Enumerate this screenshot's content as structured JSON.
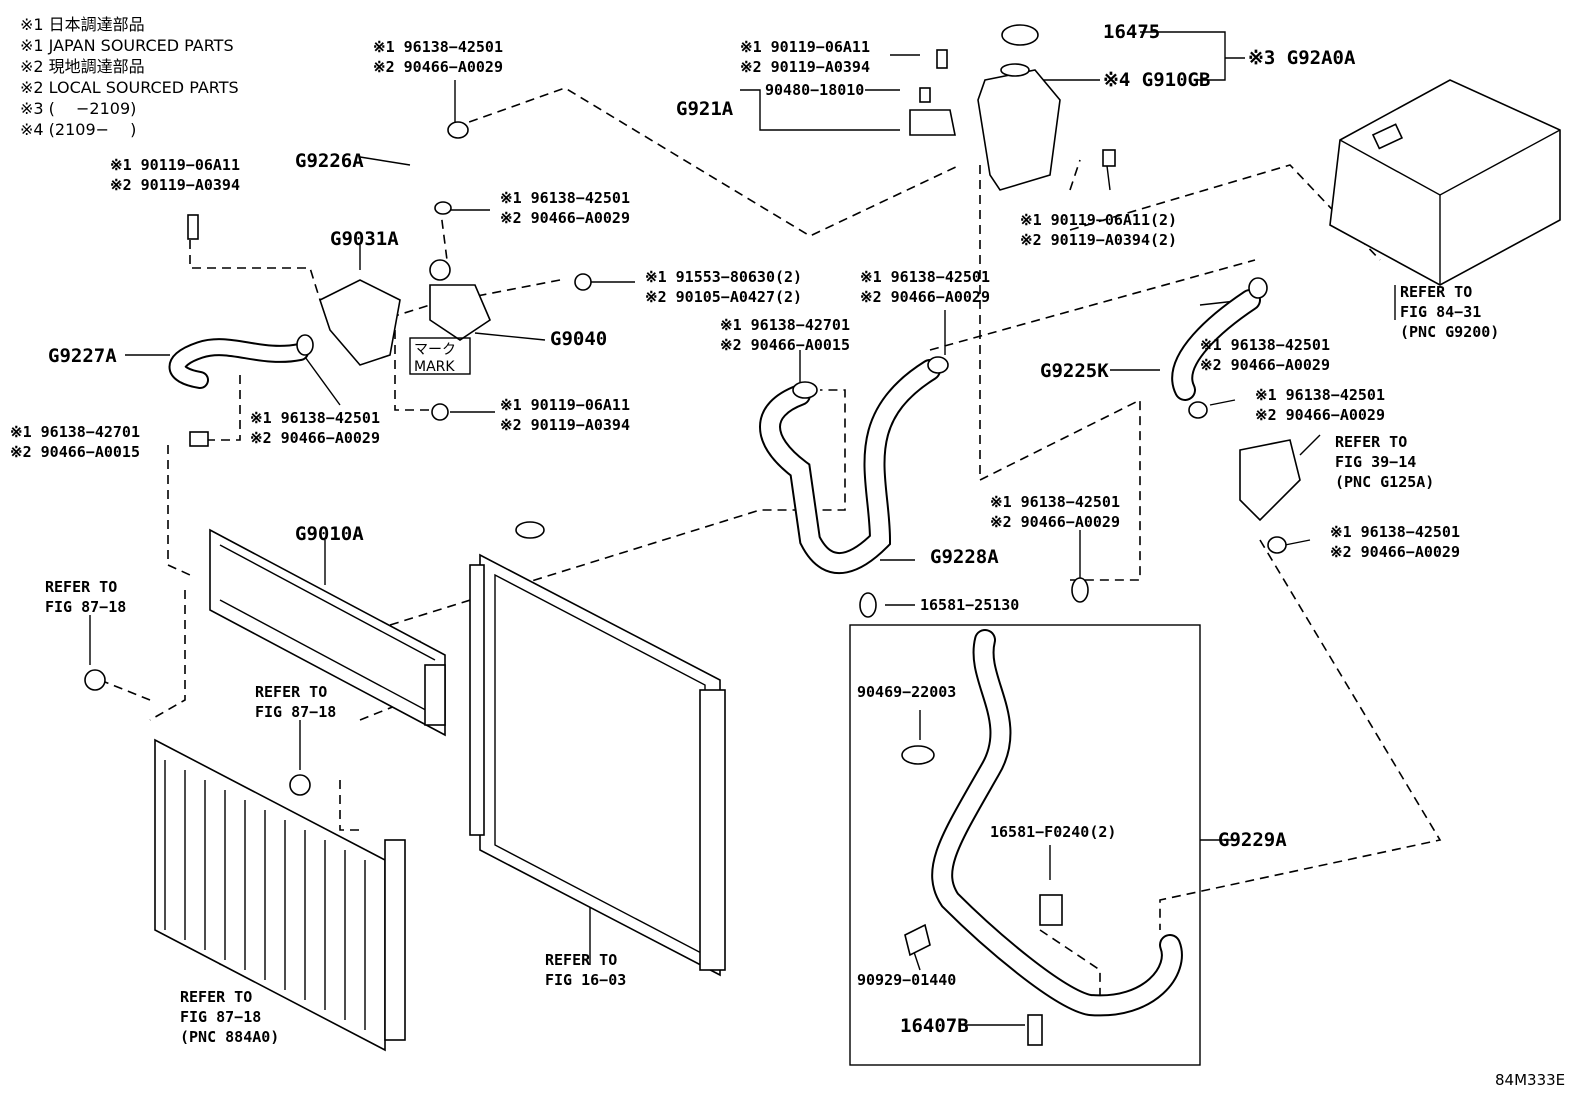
{
  "legend": [
    "※1 日本調達部品",
    "※1 JAPAN SOURCED PARTS",
    "※2 現地調達部品",
    "※2 LOCAL SOURCED PARTS",
    "※3 (　 −2109)",
    "※4 (2109−　 )"
  ],
  "parts": {
    "p16475": "16475",
    "g92a0a": "※3 G92A0A",
    "g910gb": "※4 G910GB",
    "g921a": "G921A",
    "p90480": "90480−18010",
    "top_bolt_1": "※1 90119−06A11",
    "top_bolt_2": "※2 90119−A0394",
    "g9226a_clamp_1": "※1 96138−42501",
    "g9226a_clamp_2": "※2 90466−A0029",
    "g9226a": "G9226A",
    "left_bolt_1": "※1 90119−06A11",
    "left_bolt_2": "※2 90119−A0394",
    "clip_1": "※1 96138−42501",
    "clip_2": "※2 90466−A0029",
    "g9031a": "G9031A",
    "bolt2_1": "※1 91553−80630(2)",
    "bolt2_2": "※2 90105−A0427(2)",
    "g9040": "G9040",
    "mark_jp": "マーク",
    "mark_en": "MARK",
    "g9227a": "G9227A",
    "g9227a_clamp_1": "※1 96138−42501",
    "g9227a_clamp_2": "※2 90466−A0029",
    "bolt3_1": "※1 90119−06A11",
    "bolt3_2": "※2 90119−A0394",
    "left_clamp_1": "※1 96138−42701",
    "left_clamp_2": "※2 90466−A0015",
    "res_bolt_1": "※1 90119−06A11(2)",
    "res_bolt_2": "※2 90119−A0394(2)",
    "mid_clamp_1": "※1 96138−42501",
    "mid_clamp_2": "※2 90466−A0029",
    "mid_clamp2_1": "※1 96138−42701",
    "mid_clamp2_2": "※2 90466−A0015",
    "g9228a": "G9228A",
    "p16581_25130": "16581−25130",
    "clamp_low_1": "※1 96138−42501",
    "clamp_low_2": "※2 90466−A0029",
    "g9225k": "G9225K",
    "r_clamp_a1": "※1 96138−42501",
    "r_clamp_a2": "※2 90466−A0029",
    "r_clamp_b1": "※1 96138−42501",
    "r_clamp_b2": "※2 90466−A0029",
    "r_clamp_c1": "※1 96138−42501",
    "r_clamp_c2": "※2 90466−A0029",
    "refer_8431_a": "REFER TO",
    "refer_8431_b": "FIG 84−31",
    "refer_8431_c": "(PNC G9200)",
    "refer_3914_a": "REFER TO",
    "refer_3914_b": "FIG 39−14",
    "refer_3914_c": "(PNC G125A)",
    "g9010a": "G9010A",
    "refer_8718a_a": "REFER TO",
    "refer_8718a_b": "FIG 87−18",
    "refer_8718b_a": "REFER TO",
    "refer_8718b_b": "FIG 87−18",
    "refer_8718c_a": "REFER TO",
    "refer_8718c_b": "FIG 87−18",
    "refer_8718c_c": "(PNC 884A0)",
    "refer_1603_a": "REFER TO",
    "refer_1603_b": "FIG 16−03",
    "p90469": "90469−22003",
    "p16581_f0240": "16581−F0240(2)",
    "g9229a": "G9229A",
    "p90929": "90929−01440",
    "p16407b": "16407B",
    "figure_code": "84M333E"
  }
}
